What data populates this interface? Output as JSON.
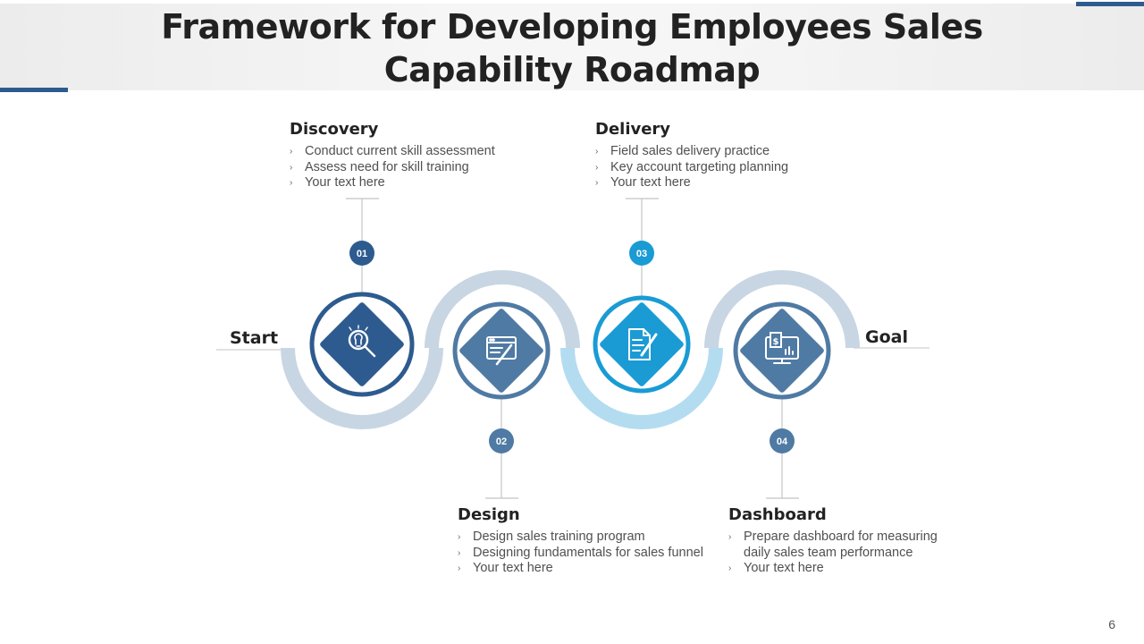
{
  "title": "Framework for Developing Employees Sales Capability Roadmap",
  "start_label": "Start",
  "goal_label": "Goal",
  "page_number": "6",
  "colors": {
    "dark_blue": "#2e5b8f",
    "mid_blue": "#4f7aa3",
    "bright_blue": "#1a9bd4",
    "pale_blue": "#c8d6e3",
    "light_cyan": "#b3dcf0"
  },
  "steps": [
    {
      "number": "01",
      "title": "Discovery",
      "icon": "magnifier-lightbulb-icon",
      "bullets": [
        "Conduct current skill assessment",
        "Assess need for skill training",
        "Your text here"
      ]
    },
    {
      "number": "02",
      "title": "Design",
      "icon": "browser-pen-icon",
      "bullets": [
        "Design sales training program",
        "Designing fundamentals for sales funnel",
        "Your text here"
      ]
    },
    {
      "number": "03",
      "title": "Delivery",
      "icon": "document-pencil-icon",
      "bullets": [
        "Field sales delivery practice",
        "Key account targeting planning",
        "Your text here"
      ]
    },
    {
      "number": "04",
      "title": "Dashboard",
      "icon": "monitor-dollar-icon",
      "bullets": [
        "Prepare dashboard for measuring\ndaily sales team performance",
        "Your text here"
      ]
    }
  ]
}
